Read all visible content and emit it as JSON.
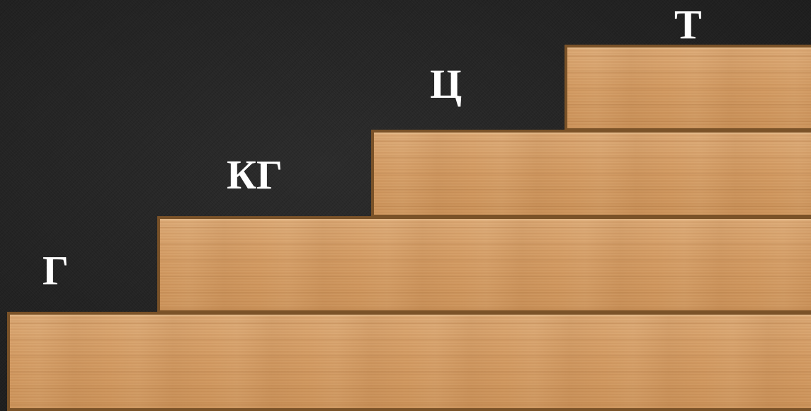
{
  "steps": [
    {
      "label": "Г"
    },
    {
      "label": "КГ"
    },
    {
      "label": "Ц"
    },
    {
      "label": "Т"
    }
  ],
  "colors": {
    "background": "#252525",
    "wood": "#d49d66",
    "wood_border": "#7a5228",
    "label_text": "#ffffff"
  }
}
